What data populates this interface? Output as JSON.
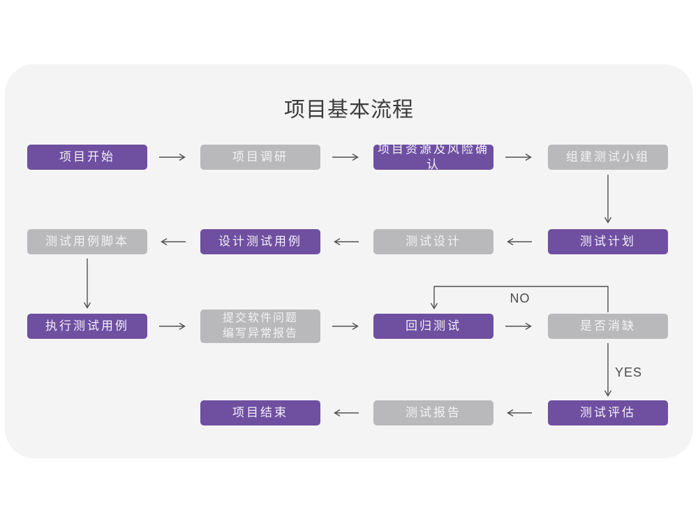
{
  "title": "项目基本流程",
  "colors": {
    "card_background": "#f5f4f5",
    "node_purple": "#6e4fa0",
    "node_gray": "#b9b8ba",
    "node_text": "#ffffff",
    "arrow": "#4f4f4f",
    "title_text": "#3c3c3c"
  },
  "nodes": [
    {
      "id": "project-start",
      "label": "项目开始",
      "variant": "purple"
    },
    {
      "id": "project-research",
      "label": "项目调研",
      "variant": "gray"
    },
    {
      "id": "resources-risk",
      "label": "项目资源及风险确认",
      "variant": "purple"
    },
    {
      "id": "build-test-team",
      "label": "组建测试小组",
      "variant": "gray"
    },
    {
      "id": "test-plan",
      "label": "测试计划",
      "variant": "purple"
    },
    {
      "id": "test-design",
      "label": "测试设计",
      "variant": "gray"
    },
    {
      "id": "design-test-cases",
      "label": "设计测试用例",
      "variant": "purple"
    },
    {
      "id": "test-case-script",
      "label": "测试用例脚本",
      "variant": "gray"
    },
    {
      "id": "execute-test-cases",
      "label": "执行测试用例",
      "variant": "purple"
    },
    {
      "id": "submit-issues-report",
      "label": "提交软件问题\n编写异常报告",
      "variant": "gray"
    },
    {
      "id": "regression-test",
      "label": "回归测试",
      "variant": "purple"
    },
    {
      "id": "defect-cleared-check",
      "label": "是否消缺",
      "variant": "gray"
    },
    {
      "id": "test-evaluation",
      "label": "测试评估",
      "variant": "purple"
    },
    {
      "id": "test-report",
      "label": "测试报告",
      "variant": "gray"
    },
    {
      "id": "project-end",
      "label": "项目结束",
      "variant": "purple"
    }
  ],
  "edge_labels": {
    "no": "NO",
    "yes": "YES"
  },
  "edges": [
    {
      "from": "项目开始",
      "to": "项目调研"
    },
    {
      "from": "项目调研",
      "to": "项目资源及风险确认"
    },
    {
      "from": "项目资源及风险确认",
      "to": "组建测试小组"
    },
    {
      "from": "组建测试小组",
      "to": "测试计划"
    },
    {
      "from": "测试计划",
      "to": "测试设计"
    },
    {
      "from": "测试设计",
      "to": "设计测试用例"
    },
    {
      "from": "设计测试用例",
      "to": "测试用例脚本"
    },
    {
      "from": "测试用例脚本",
      "to": "执行测试用例"
    },
    {
      "from": "执行测试用例",
      "to": "提交软件问题 编写异常报告"
    },
    {
      "from": "提交软件问题 编写异常报告",
      "to": "回归测试"
    },
    {
      "from": "回归测试",
      "to": "是否消缺"
    },
    {
      "from": "是否消缺",
      "to": "回归测试",
      "label": "NO"
    },
    {
      "from": "是否消缺",
      "to": "测试评估",
      "label": "YES"
    },
    {
      "from": "测试评估",
      "to": "测试报告"
    },
    {
      "from": "测试报告",
      "to": "项目结束"
    }
  ]
}
